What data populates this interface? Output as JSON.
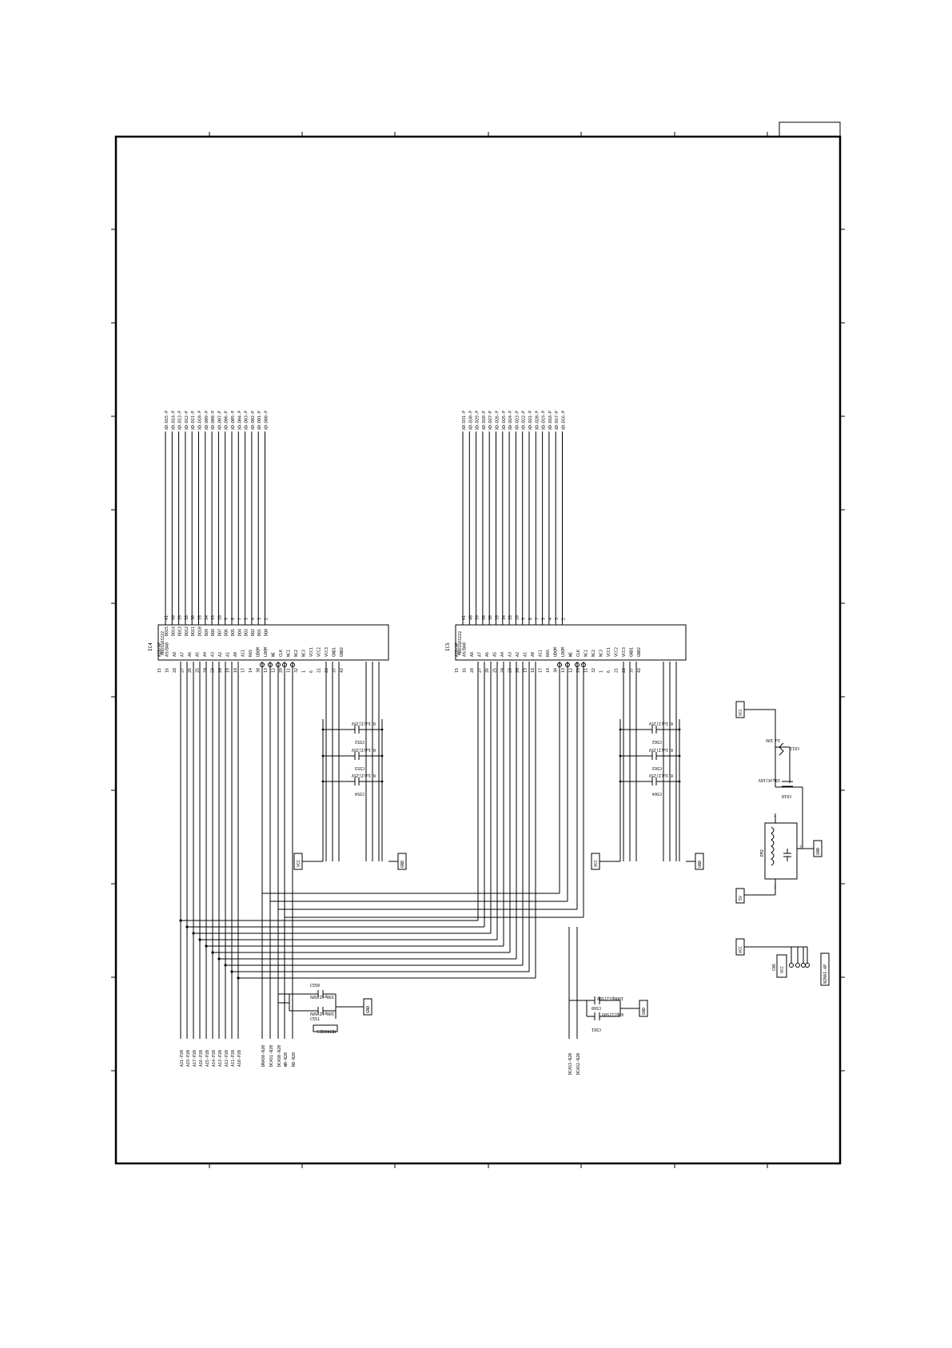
{
  "sheet": {
    "title": ""
  },
  "ic4": {
    "ref": "IC4",
    "part": "MB81G83222",
    "top_nets": [
      "XD-D15-P",
      "XD-D14-P",
      "XD-D13-P",
      "XD-D12-P",
      "XD-D11-P",
      "XD-D10-P",
      "XD-D09-P",
      "XD-D08-P",
      "XD-D07-P",
      "XD-D06-P",
      "XD-D05-P",
      "XD-D04-P",
      "XD-D03-P",
      "XD-D02-P",
      "XD-D01-P",
      "XD-D00-P"
    ],
    "top_pins": [
      "41",
      "40",
      "39",
      "38",
      "36",
      "35",
      "34",
      "33",
      "10",
      "9",
      "8",
      "7",
      "5",
      "4",
      "3",
      "2"
    ],
    "top_pin_names": [
      "DQ15",
      "DQ14",
      "DQ13",
      "DQ12",
      "DQ11",
      "DQ10",
      "DQ9",
      "DQ8",
      "DQ7",
      "DQ6",
      "DQ5",
      "DQ4",
      "DQ3",
      "DQ2",
      "DQ1",
      "DQ0"
    ],
    "bottom_pins": [
      "15",
      "16",
      "28",
      "27",
      "26",
      "25",
      "24",
      "23",
      "20",
      "19",
      "18",
      "17",
      "14",
      "30",
      "13",
      "12",
      "29",
      "11",
      "32",
      "1",
      "6",
      "21",
      "22",
      "37",
      "42"
    ],
    "bottom_pin_names": [
      "A10/AP",
      "A9/BA0",
      "A8",
      "A7",
      "A6",
      "A5",
      "A4",
      "A3",
      "A2",
      "A1",
      "A0",
      "A11",
      "RAS",
      "UDQM",
      "LDQM",
      "WE",
      "CLK",
      "NC1",
      "NC2",
      "NC3",
      "VCC1",
      "VCC2",
      "VCC3",
      "GND1",
      "GND2"
    ],
    "caps": [
      "C552",
      "C553",
      "C554"
    ],
    "cap_value": "0.1u(Z)25V",
    "power_left": "VCC",
    "power_right": "GND"
  },
  "ic5": {
    "ref": "IC5",
    "part": "MB81G83222",
    "top_nets": [
      "XD-D31-P",
      "XD-D30-P",
      "XD-D29-P",
      "XD-D28-P",
      "XD-D27-P",
      "XD-D26-P",
      "XD-D25-P",
      "XD-D24-P",
      "XD-D23-P",
      "XD-D22-P",
      "XD-D21-P",
      "XD-D20-P",
      "XD-D19-P",
      "XD-D18-P",
      "XD-D17-P",
      "XD-D16-P"
    ],
    "top_pins": [
      "41",
      "40",
      "39",
      "38",
      "36",
      "35",
      "34",
      "33",
      "10",
      "9",
      "8",
      "7",
      "5",
      "4",
      "3",
      "2"
    ],
    "caps": [
      "C562",
      "C563",
      "C564"
    ],
    "cap_value": "0.1u(Z)25V",
    "power_left": "VCC",
    "power_right": "GND"
  },
  "bus_left": [
    "A21-P20",
    "A19-P20",
    "A17-P20",
    "A16-P20",
    "A15-P20",
    "A14-P20",
    "A13-P20",
    "A12-P20",
    "A11-P20",
    "A10-P20",
    "DRAS0-N20",
    "DCAS1-N20",
    "DCAS0-N20",
    "WR-N20",
    "RD-N20"
  ],
  "bus_right": [
    "DCAS3-N20",
    "DCAS2-N20"
  ],
  "mid_caps": {
    "c1": "C550",
    "v1": "330p(Z)50V",
    "c2": "C551",
    "v2": "100p(Z)50V",
    "note": "MEMORIES",
    "gnd": "GND"
  },
  "right_caps": {
    "c1": "C560",
    "v1": "1000p(Z)50V",
    "c2": "C561",
    "v2": "68p(Z)50V",
    "gnd": "GND"
  },
  "power_block": {
    "top_net": "VCC",
    "bot_net": "5V",
    "gnd": "GND",
    "cap1": "C610",
    "cap1_val": "10u(K)16V",
    "cap2": "C611",
    "cap2_val": "1u 10V",
    "choke": "EM2",
    "pins": [
      "1",
      "3",
      "2"
    ]
  },
  "connector": {
    "ref": "CN5",
    "net": "VCC",
    "label": "NIMAI-4P",
    "pin_label": "VCC"
  }
}
